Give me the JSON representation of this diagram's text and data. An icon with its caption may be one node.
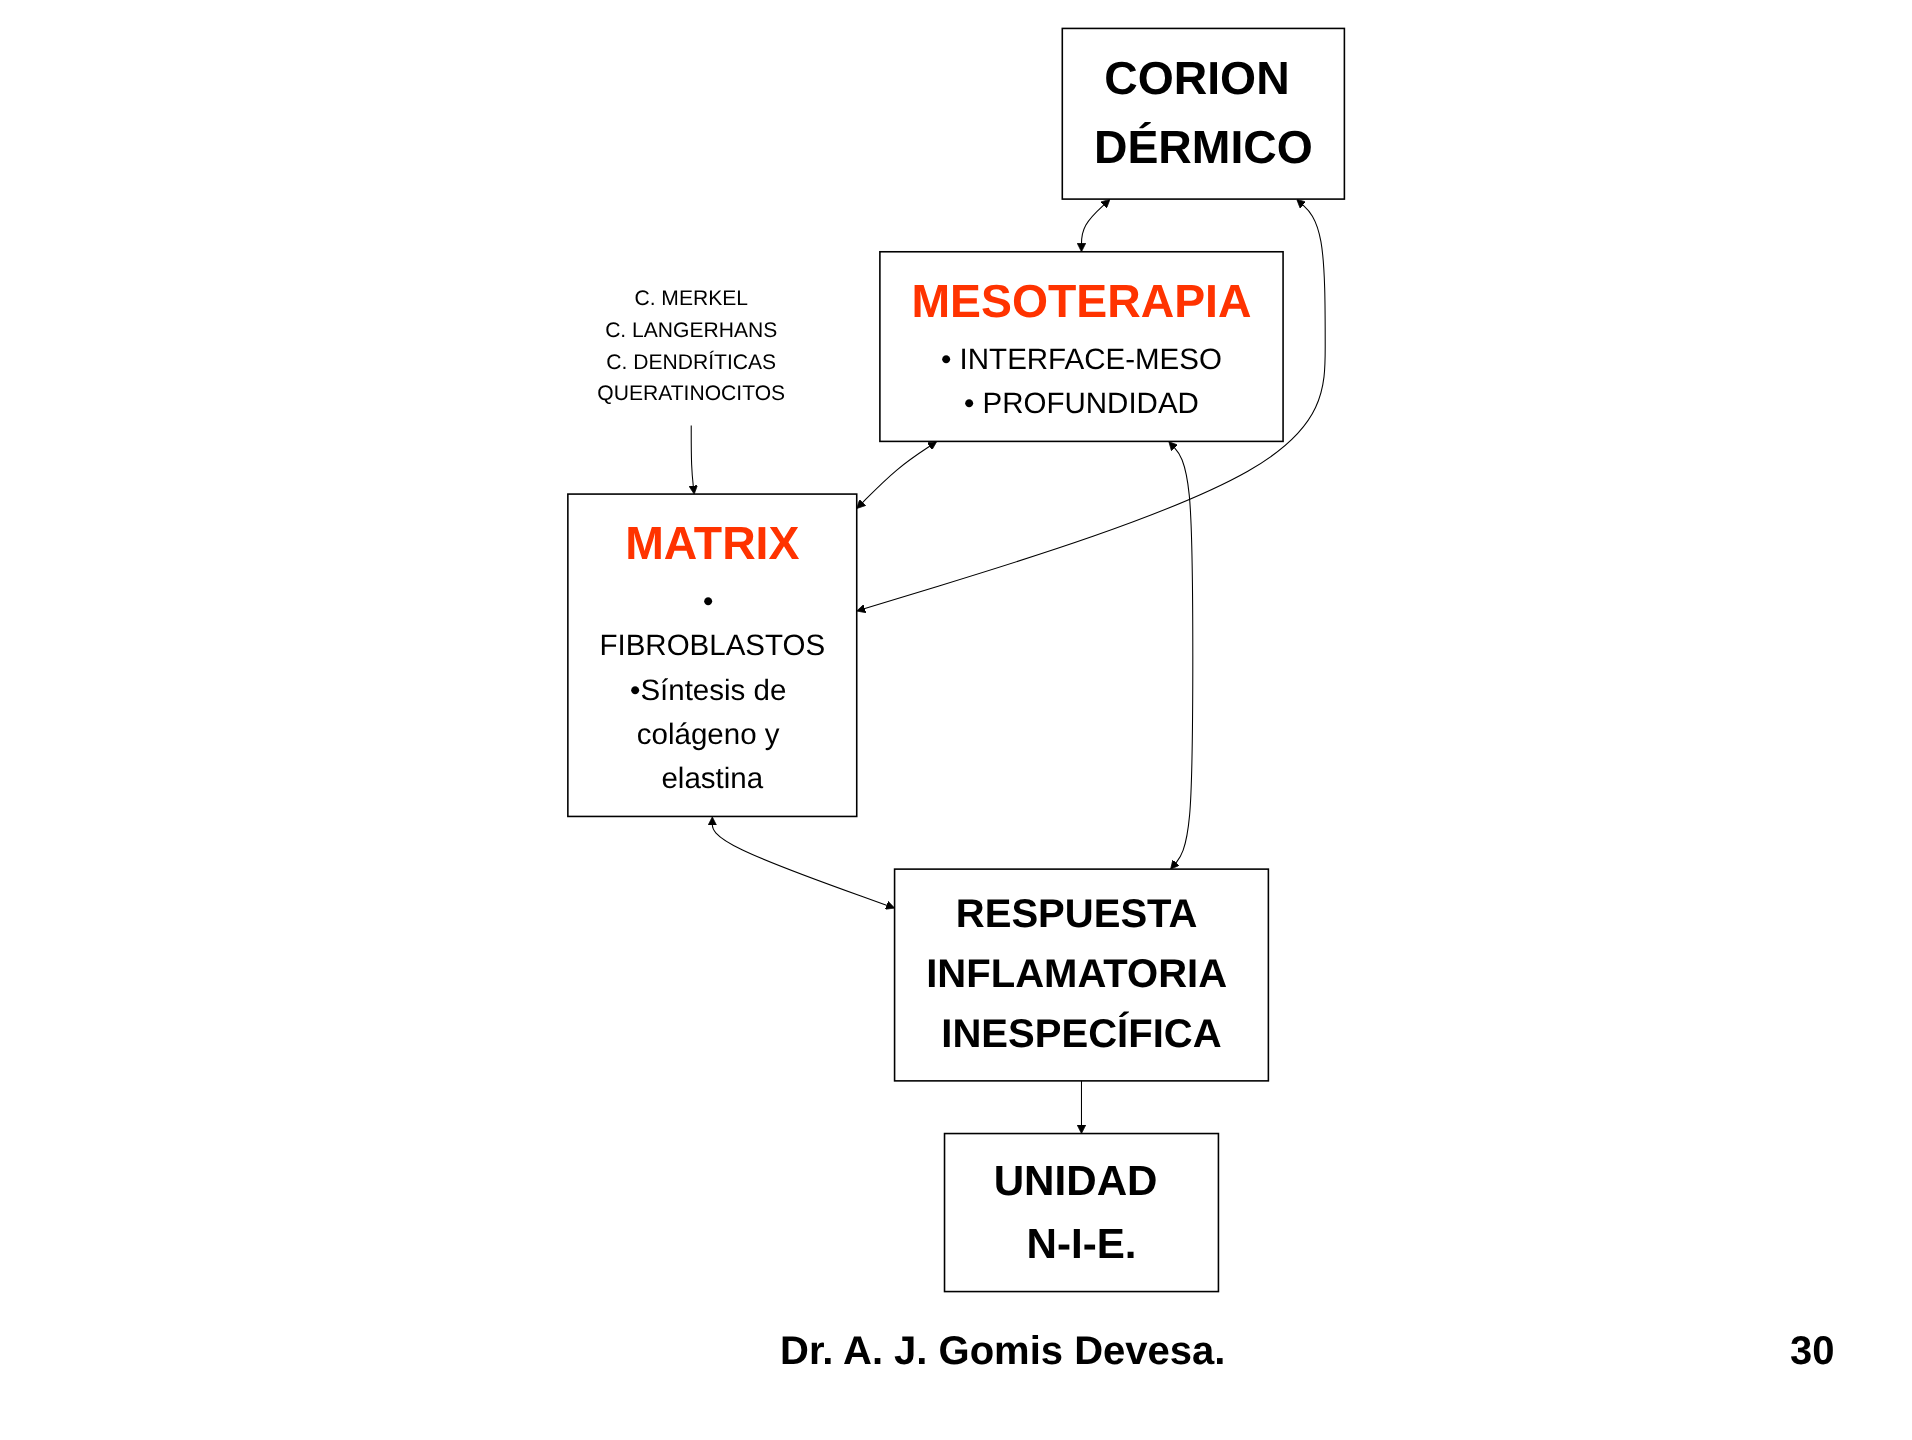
{
  "diagram": {
    "nodes": [
      {
        "text": [
          "CORION DÉRMICO"
        ]
      },
      {
        "text": [
          "C. MERKEL",
          "C. LANGERHANS",
          "C. DENDRÍTICAS",
          "QUERATINOCITOS"
        ]
      },
      {
        "text": [
          "MESOTERAPIA",
          "• INTERFACE-MESO",
          "• PROFUNDIDAD"
        ]
      },
      {
        "text": [
          "MATRIX",
          "• FIBROBLASTOS",
          "•Síntesis de colágeno y elastina"
        ]
      },
      {
        "text": [
          "RESPUESTA INFLAMATORIA INESPECÍFICA"
        ]
      },
      {
        "text": [
          "UNIDAD N-I-E."
        ]
      }
    ],
    "edges": [
      {
        "from": 0,
        "to": 2,
        "arrow": "both"
      },
      {
        "from": 0,
        "to": 3,
        "arrow": "both"
      },
      {
        "from": 1,
        "to": 3,
        "arrow": "to"
      },
      {
        "from": 2,
        "to": 3,
        "arrow": "both"
      },
      {
        "from": 2,
        "to": 4,
        "arrow": "both"
      },
      {
        "from": 3,
        "to": 4,
        "arrow": "both"
      },
      {
        "from": 4,
        "to": 5,
        "arrow": "to"
      }
    ],
    "labels": [
      "Dr. A. J. Gomis Devesa.",
      "30"
    ]
  }
}
